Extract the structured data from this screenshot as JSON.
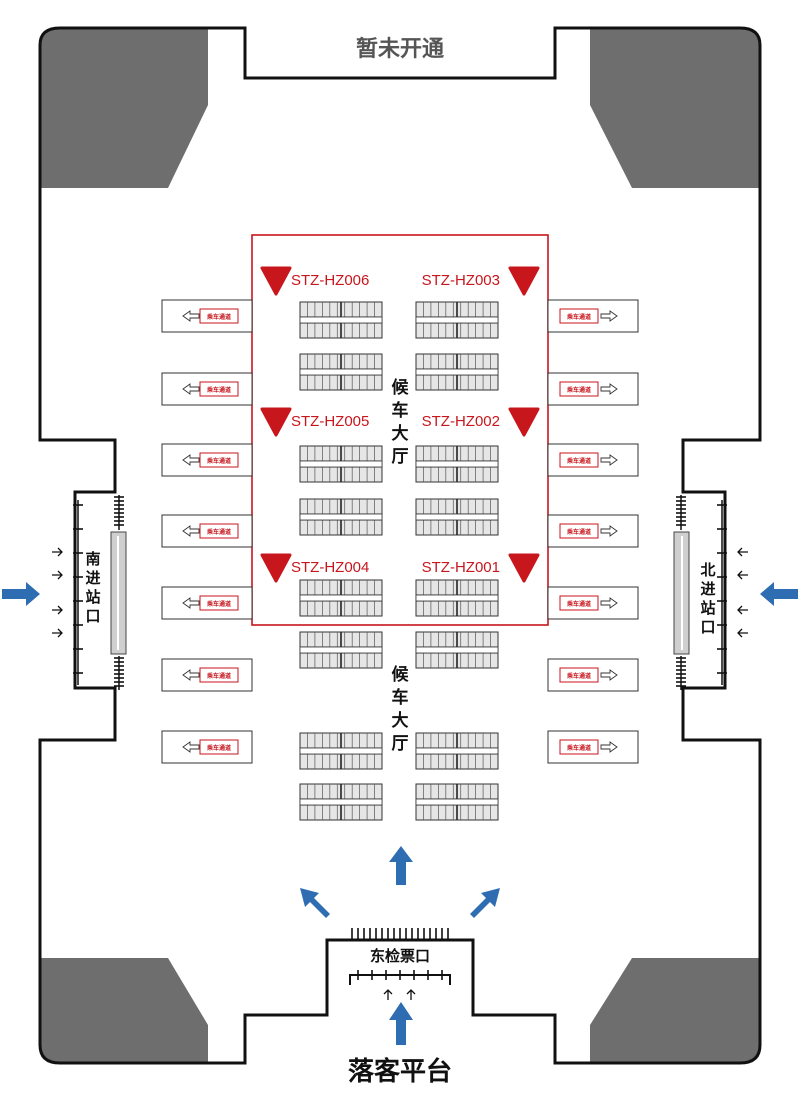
{
  "top_area": {
    "label": "暂未开通"
  },
  "bottom_area": {
    "label": "落客平台"
  },
  "entrances": {
    "south": [
      "南",
      "进",
      "站",
      "口"
    ],
    "north": [
      "北",
      "进",
      "站",
      "口"
    ],
    "east_gate": "东检票口"
  },
  "waiting_hall": {
    "label_chars": [
      "候",
      "车",
      "大",
      "厅"
    ],
    "zones": [
      {
        "code": "STZ-HZ006",
        "side": "left",
        "row": 1
      },
      {
        "code": "STZ-HZ003",
        "side": "right",
        "row": 1
      },
      {
        "code": "STZ-HZ005",
        "side": "left",
        "row": 2
      },
      {
        "code": "STZ-HZ002",
        "side": "right",
        "row": 2
      },
      {
        "code": "STZ-HZ004",
        "side": "left",
        "row": 3
      },
      {
        "code": "STZ-HZ001",
        "side": "right",
        "row": 3
      }
    ]
  },
  "boarding_passage": {
    "label": "乘车通道",
    "count_per_side": 7
  },
  "colors": {
    "accent_red": "#c8161d",
    "arrow_blue": "#2f6db3",
    "corner_gray": "#6e6e6e",
    "wall": "#111111",
    "seat_fill": "#e6e6e6"
  },
  "icons": [
    "zone-marker-icon",
    "blue-direction-arrow-icon",
    "small-entry-arrow-icon",
    "turnstile-icon",
    "board-arrow-icon"
  ]
}
